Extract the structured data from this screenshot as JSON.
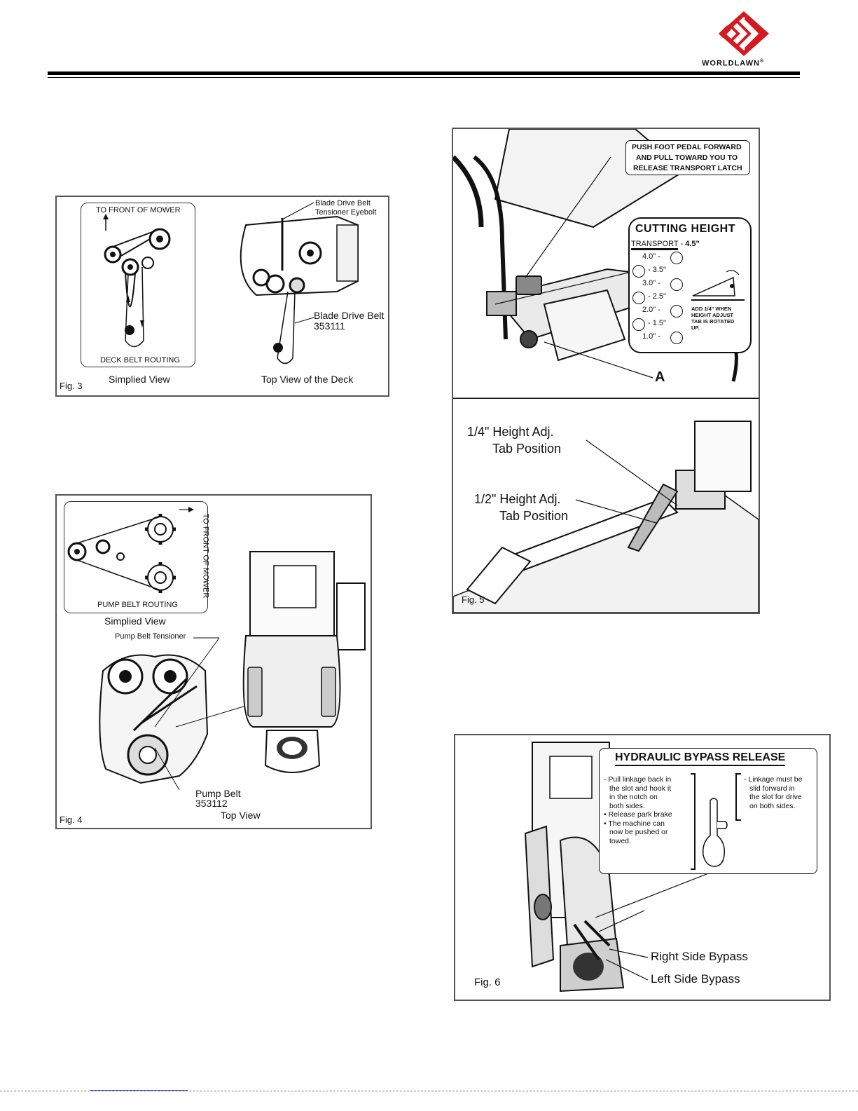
{
  "brand": {
    "name": "WORLDLAWN",
    "registered_mark": "®",
    "color": "#d51920"
  },
  "fig3": {
    "number": "Fig. 3",
    "simplified": {
      "front_label": "TO FRONT OF MOWER",
      "routing_label": "DECK BELT ROUTING",
      "caption": "Simplied View"
    },
    "top": {
      "tensioner_label_1": "Blade Drive Belt",
      "tensioner_label_2": "Tensioner Eyebolt",
      "belt_label_1": "Blade Drive Belt",
      "belt_label_2": "353111",
      "caption": "Top View of the Deck"
    }
  },
  "fig4": {
    "number": "Fig. 4",
    "simplified": {
      "front_label": "TO FRONT OF MOWER",
      "routing_label": "PUMP BELT ROUTING",
      "caption": "Simplied View"
    },
    "tensioner_label": "Pump Belt Tensioner",
    "belt_label_1": "Pump Belt",
    "belt_label_2": "353112",
    "top_caption": "Top View"
  },
  "fig5": {
    "number": "Fig. 5",
    "callout_lines": [
      "PUSH FOOT PEDAL FORWARD",
      "AND PULL TOWARD YOU TO",
      "RELEASE TRANSPORT LATCH"
    ],
    "decal": {
      "title": "CUTTING HEIGHT",
      "transport": "TRANSPORT",
      "transport_value": "4.5\"",
      "heights": [
        "4.0\"",
        "3.5\"",
        "3.0\"",
        "2.5\"",
        "2.0\"",
        "1.5\"",
        "1.0\""
      ],
      "note_lines": [
        "ADD 1/4\" WHEN",
        "HEIGHT ADJUST",
        "TAB IS ROTATED",
        "UP."
      ]
    },
    "marker": "A",
    "quarter_label_1": "1/4\"  Height Adj.",
    "quarter_label_2": "Tab Position",
    "half_label_1": "1/2\"  Height Adj.",
    "half_label_2": "Tab Position"
  },
  "fig6": {
    "number": "Fig. 6",
    "title": "HYDRAULIC BYPASS RELEASE",
    "left_lines": [
      "- Pull linkage back in",
      "the slot and hook it",
      "in the notch on",
      "both sides.",
      "• Release park brake",
      "• The machine can",
      "now be pushed or",
      "towed."
    ],
    "right_lines": [
      "- Linkage must be",
      "slid forward in",
      "the slot for drive",
      "on both sides."
    ],
    "right_bypass": "Right Side Bypass",
    "left_bypass": "Left Side Bypass"
  }
}
